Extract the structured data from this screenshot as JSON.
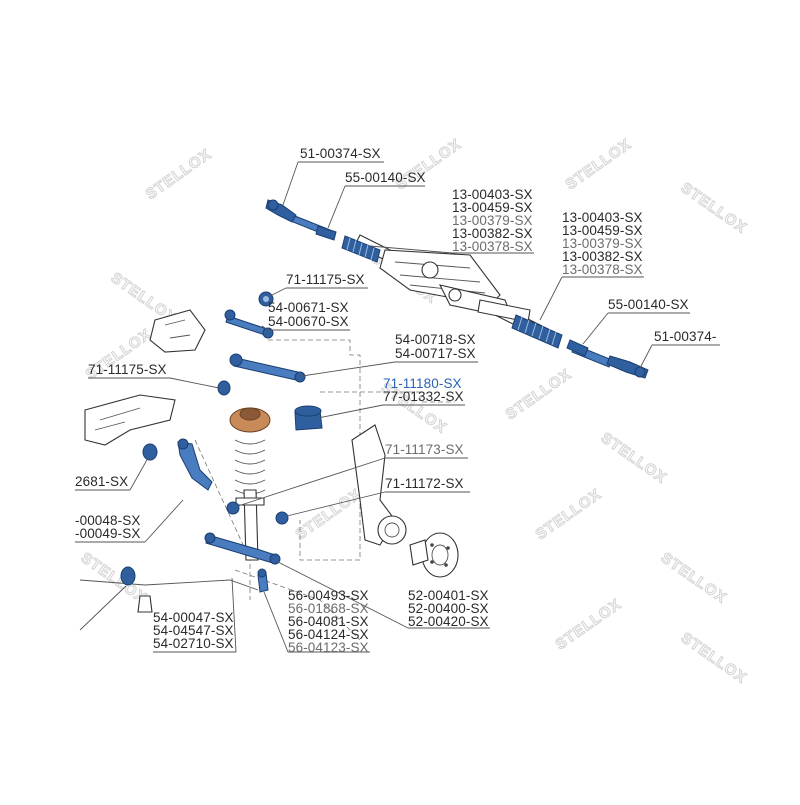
{
  "watermark": {
    "text": "STELLOX"
  },
  "labels": [
    {
      "id": "tie-rod-end-left",
      "text": "51-00374-SX"
    },
    {
      "id": "tie-rod-left",
      "text": "55-00140-SX"
    },
    {
      "id": "boot-left-1",
      "text": "13-00403-SX"
    },
    {
      "id": "boot-left-2",
      "text": "13-00459-SX"
    },
    {
      "id": "boot-left-3",
      "text": "13-00379-SX"
    },
    {
      "id": "boot-left-4",
      "text": "13-00382-SX"
    },
    {
      "id": "boot-left-5",
      "text": "13-00378-SX"
    },
    {
      "id": "boot-right-1",
      "text": "13-00403-SX"
    },
    {
      "id": "boot-right-2",
      "text": "13-00459-SX"
    },
    {
      "id": "boot-right-3",
      "text": "13-00379-SX"
    },
    {
      "id": "boot-right-4",
      "text": "13-00382-SX"
    },
    {
      "id": "boot-right-5",
      "text": "13-00378-SX"
    },
    {
      "id": "tie-rod-right",
      "text": "55-00140-SX"
    },
    {
      "id": "tie-rod-end-right",
      "text": "51-00374-"
    },
    {
      "id": "bushing-upper",
      "text": "71-11175-SX"
    },
    {
      "id": "upper-arm-1",
      "text": "54-00671-SX"
    },
    {
      "id": "upper-arm-2",
      "text": "54-00670-SX"
    },
    {
      "id": "arm-718",
      "text": "54-00718-SX"
    },
    {
      "id": "arm-717",
      "text": "54-00717-SX"
    },
    {
      "id": "bushing-left",
      "text": "71-11175-SX"
    },
    {
      "id": "strut-mount",
      "text": "71-11180-SX"
    },
    {
      "id": "bump-stop",
      "text": "77-01332-SX"
    },
    {
      "id": "bushing-173",
      "text": "71-11173-SX"
    },
    {
      "id": "bushing-172",
      "text": "71-11172-SX"
    },
    {
      "id": "link-2681",
      "text": "2681-SX"
    },
    {
      "id": "arm-048",
      "text": "-00048-SX"
    },
    {
      "id": "arm-049",
      "text": "-00049-SX"
    },
    {
      "id": "sway-047",
      "text": "54-00047-SX"
    },
    {
      "id": "sway-4547",
      "text": "54-04547-SX"
    },
    {
      "id": "sway-2710",
      "text": "54-02710-SX"
    },
    {
      "id": "shock-493",
      "text": "56-00493-SX"
    },
    {
      "id": "shock-1868",
      "text": "56-01868-SX"
    },
    {
      "id": "shock-4081",
      "text": "56-04081-SX"
    },
    {
      "id": "shock-4124",
      "text": "56-04124-SX"
    },
    {
      "id": "shock-4123",
      "text": "56-04123-SX"
    },
    {
      "id": "hub-401",
      "text": "52-00401-SX"
    },
    {
      "id": "hub-400",
      "text": "52-00400-SX"
    },
    {
      "id": "hub-420",
      "text": "52-00420-SX"
    }
  ],
  "colors": {
    "highlight_part": "#2f5f9e",
    "strut_mount": "#c98a5a",
    "label_text": "#2a2a2a",
    "blue_label": "#2a62b8"
  }
}
